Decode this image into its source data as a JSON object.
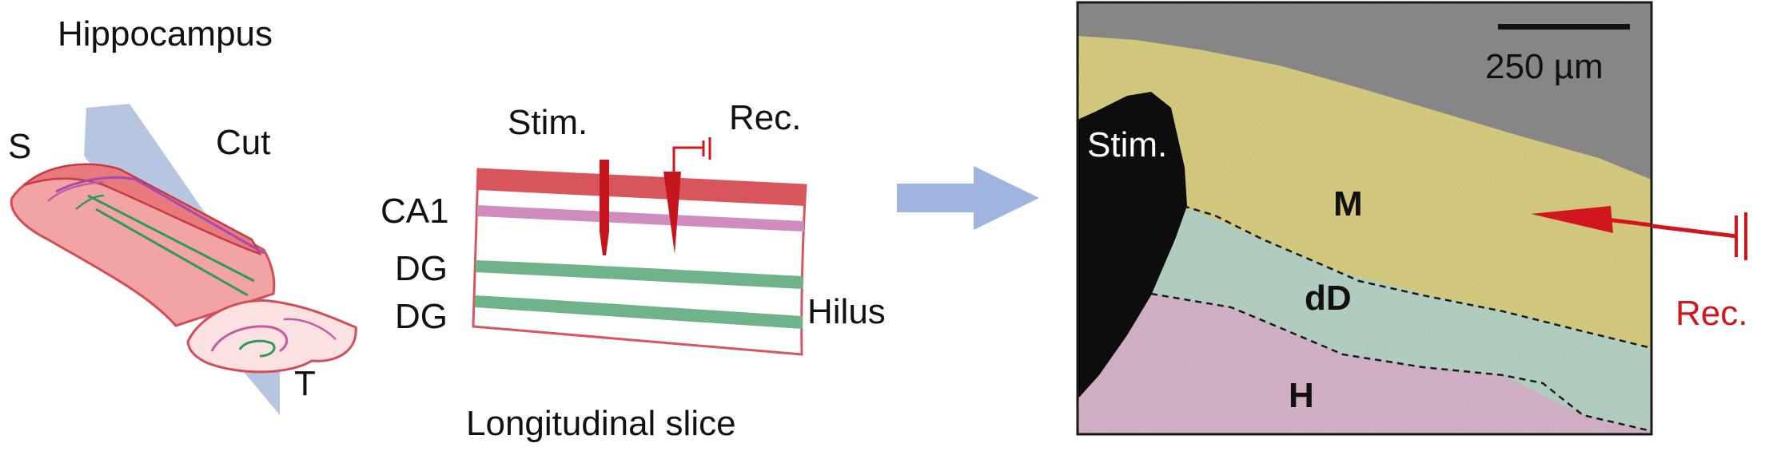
{
  "panel_a": {
    "title": "Hippocampus",
    "label_s": "S",
    "label_t": "T",
    "label_cut": "Cut"
  },
  "panel_b": {
    "label_stim": "Stim.",
    "label_rec": "Rec.",
    "layer_ca1": "CA1",
    "layer_dg_upper": "DG",
    "layer_dg_lower": "DG",
    "label_hilus": "Hilus",
    "caption": "Longitudinal slice"
  },
  "panel_c": {
    "scale_bar_label": "250 µm",
    "label_stim": "Stim.",
    "region_m": "M",
    "region_dd": "dD",
    "region_h": "H",
    "label_rec": "Rec."
  },
  "colors": {
    "ca1_red": "#d9555c",
    "ca1_pink": "#cf8cbc",
    "dg_green": "#6fb38a",
    "recording_red": "#d2161e",
    "arrow_blue": "#9fb4de",
    "region_m_yellow": "#d9cf82",
    "region_dd_teal": "#b7d4c6",
    "region_h_pink": "#d8b5cc",
    "background_gray": "#8c8c8c"
  }
}
